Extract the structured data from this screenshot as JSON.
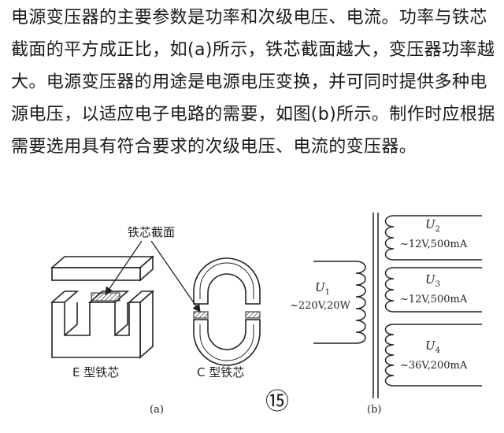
{
  "article": {
    "paragraph": "电源变压器的主要参数是功率和次级电压、电流。功率与铁芯截面的平方成正比，如(a)所示，铁芯截面越大，变压器功率越大。电源变压器的用途是电源电压变换，并可同时提供多种电源电压，以适应电子电路的需要，如图(b)所示。制作时应根据需要选用具有符合要求的次级电压、电流的变压器。"
  },
  "figure": {
    "number": "⑮",
    "part_a": {
      "caption": "(a)",
      "core_section_label": "铁芯截面",
      "e_core_label": "E 型铁芯",
      "c_core_label": "C 型铁芯"
    },
    "part_b": {
      "caption": "(b)",
      "primary": {
        "name": "U",
        "sub": "1",
        "rating": "~220V,20W"
      },
      "secondaries": [
        {
          "name": "U",
          "sub": "2",
          "rating": "~12V,500mA"
        },
        {
          "name": "U",
          "sub": "3",
          "rating": "~12V,500mA"
        },
        {
          "name": "U",
          "sub": "4",
          "rating": "~36V,200mA"
        }
      ]
    }
  }
}
